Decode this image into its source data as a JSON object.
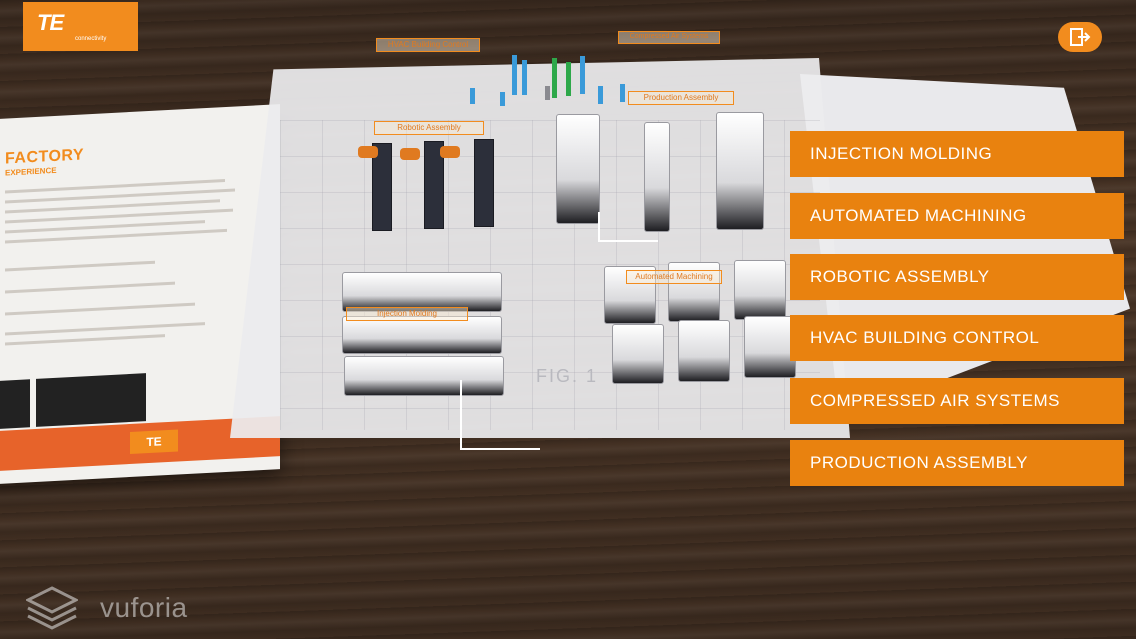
{
  "brand": {
    "logo_text": "TE",
    "logo_subtext": "connectivity",
    "watermark_text": "vuforia",
    "accent_color": "#e9820f"
  },
  "brochure": {
    "title": "FACTORY",
    "subtitle": "EXPERIENCE",
    "figure_label": "FIG. 1",
    "back_logo": "TE"
  },
  "ar_labels": {
    "hvac": "HVAC Building Control",
    "compressed_air": "Compressed Air Systems",
    "production": "Production Assembly",
    "robotic": "Robotic Assembly",
    "automated": "Automated Machining",
    "injection": "Injection Molding"
  },
  "exit_button": {
    "icon": "exit-icon"
  },
  "menu": {
    "items": [
      {
        "label": "INJECTION MOLDING"
      },
      {
        "label": "AUTOMATED MACHINING"
      },
      {
        "label": "ROBOTIC ASSEMBLY"
      },
      {
        "label": "HVAC BUILDING CONTROL"
      },
      {
        "label": "COMPRESSED AIR SYSTEMS"
      },
      {
        "label": "PRODUCTION ASSEMBLY"
      }
    ]
  }
}
